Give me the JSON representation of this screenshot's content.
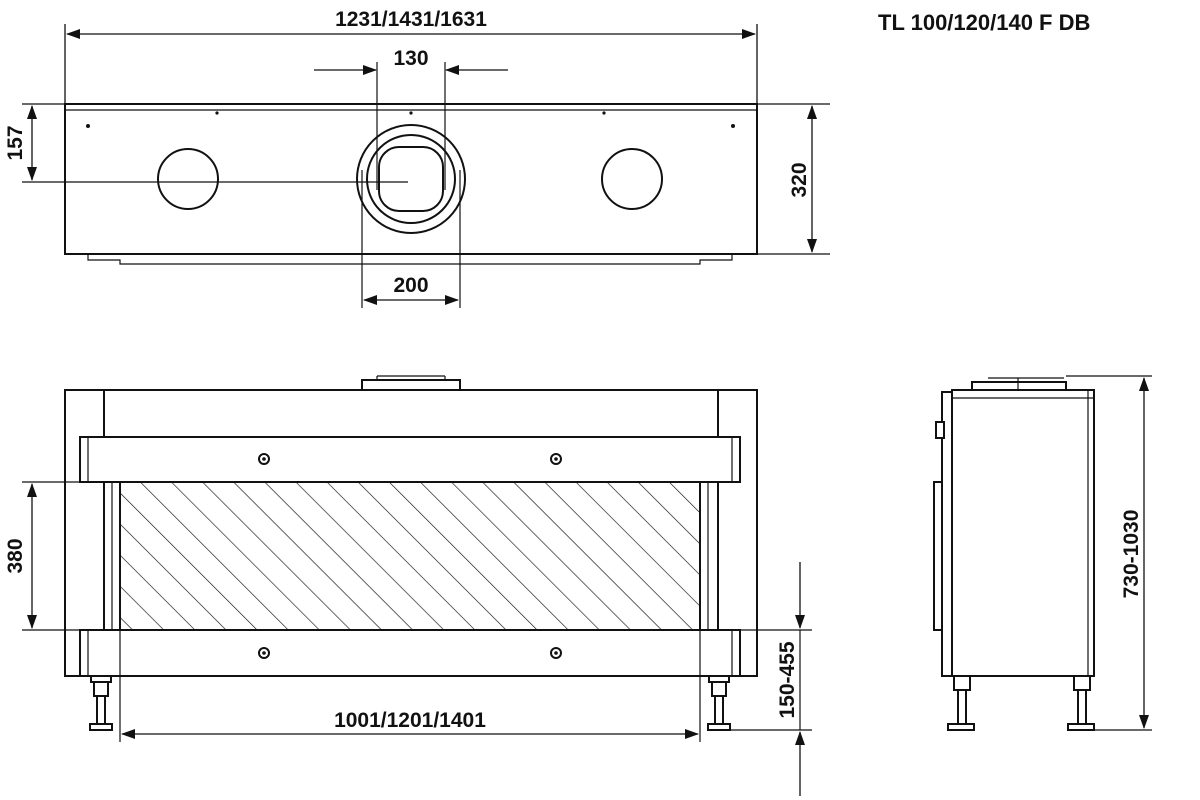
{
  "model_label": "TL  100/120/140 F DB",
  "top_view": {
    "width_label": "1231/1431/1631",
    "flue_inner_label": "130",
    "flue_outer_label": "200",
    "flue_offset_label": "157",
    "depth_label": "320"
  },
  "front_view": {
    "opening_height_label": "380",
    "opening_width_label": "1001/1201/1401",
    "base_height_label": "150-455"
  },
  "side_view": {
    "total_height_label": "730-1030"
  }
}
